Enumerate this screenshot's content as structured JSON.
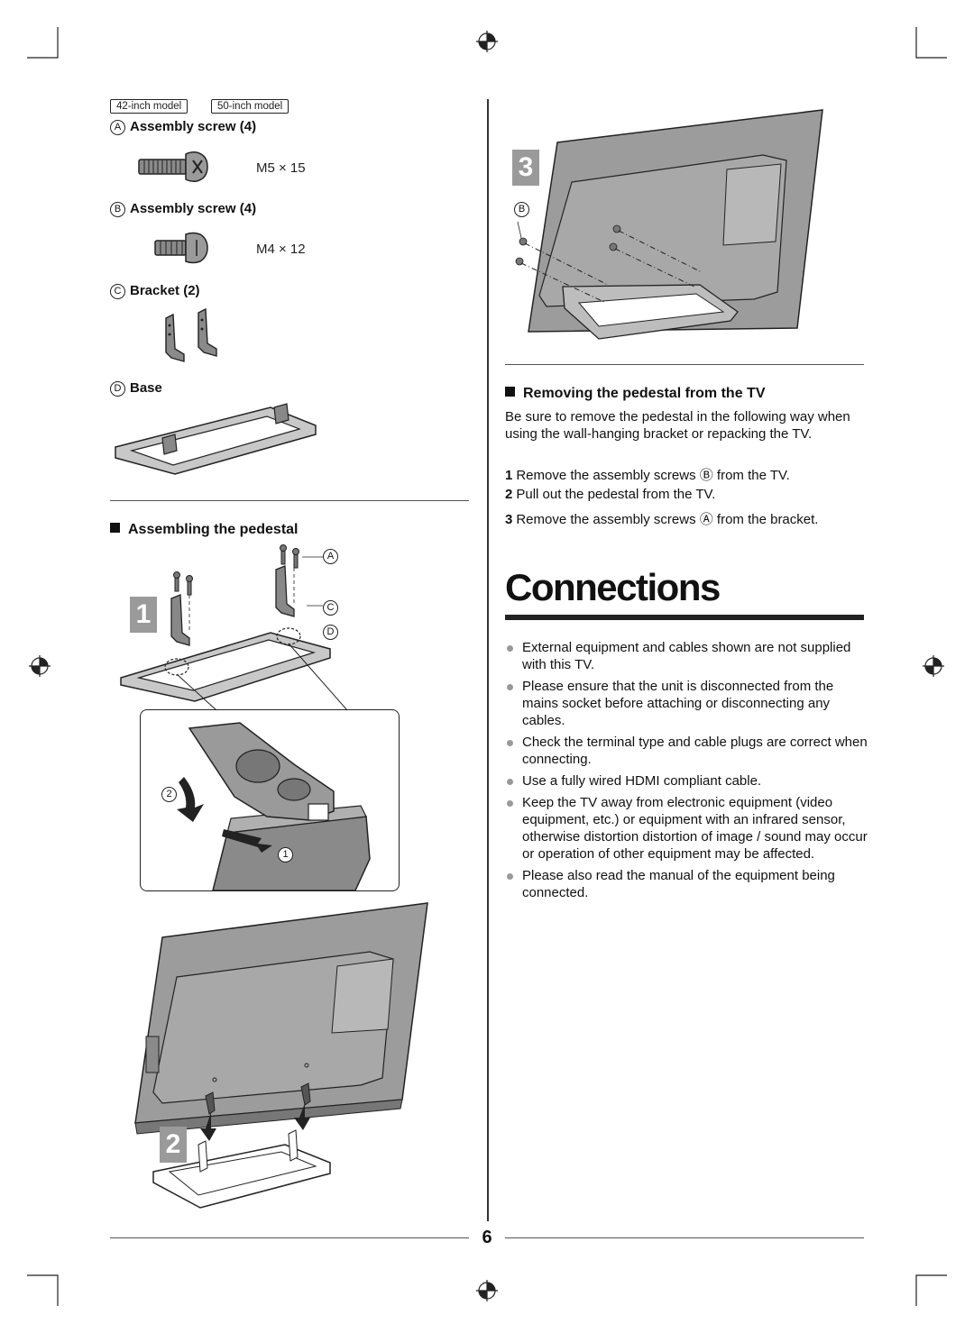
{
  "models": {
    "model_42": "42-inch model",
    "model_50": "50-inch model"
  },
  "parts": {
    "a": {
      "letter": "A",
      "name": "Assembly screw (4)",
      "spec": "M5 × 15"
    },
    "b": {
      "letter": "B",
      "name": "Assembly screw (4)",
      "spec": "M4 × 12"
    },
    "c": {
      "letter": "C",
      "name": "Bracket (2)"
    },
    "d": {
      "letter": "D",
      "name": "Base"
    }
  },
  "assembling": {
    "heading": "Assembling the pedestal",
    "step1": "1",
    "step2": "2",
    "callout_a": "A",
    "callout_c": "C",
    "callout_d": "D",
    "sub1": "1",
    "sub2": "2"
  },
  "step3": {
    "number": "3",
    "callout_b": "B"
  },
  "removing": {
    "heading": "Removing the pedestal from the TV",
    "intro": "Be sure to remove the pedestal in the following way when using the wall-hanging bracket or repacking the TV.",
    "steps": [
      {
        "num": "1",
        "text": "Remove the assembly screws Ⓑ from the TV."
      },
      {
        "num": "2",
        "text": "Pull out the pedestal from the TV."
      },
      {
        "num": "3",
        "text": "Remove the assembly screws Ⓐ from the bracket."
      }
    ]
  },
  "connections": {
    "title": "Connections",
    "bullets": [
      "External equipment and cables shown are not supplied with this TV.",
      "Please ensure that the unit is disconnected from the mains socket before attaching or disconnecting any cables.",
      "Check the terminal type and cable plugs are correct when connecting.",
      "Use a fully wired HDMI compliant cable.",
      "Keep the TV away from electronic equipment (video equipment, etc.) or equipment with an infrared sensor, otherwise distortion distortion of image / sound may occur or operation of other equipment may be affected.",
      "Please also read the manual of the equipment being connected."
    ]
  },
  "page_number": "6"
}
